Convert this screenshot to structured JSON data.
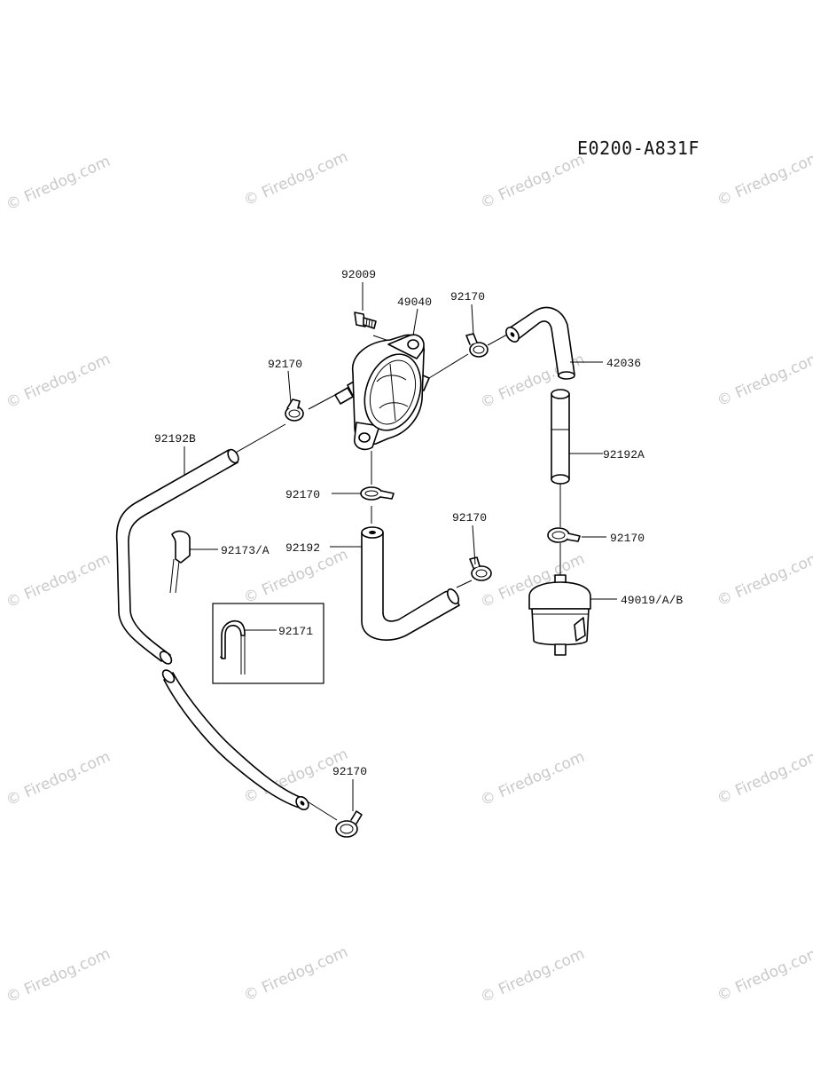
{
  "diagram_code": "E0200-A831F",
  "watermark_text": "© Firedog.com",
  "parts": {
    "screw": "92009",
    "fuel_pump": "49040",
    "clamp_pump_outlet": "92170",
    "elbow_hose": "42036",
    "clamp_pump_inlet": "92170",
    "hose_long": "92192B",
    "hose_straight": "92192A",
    "clamp_pump_bottom": "92170",
    "clip": "92173/A",
    "hose_bent": "92192",
    "clamp_bent_hose": "92170",
    "clamp_filter": "92170",
    "fuel_filter": "49019/A/B",
    "clip_detail": "92171",
    "clamp_hose_end": "92170"
  }
}
